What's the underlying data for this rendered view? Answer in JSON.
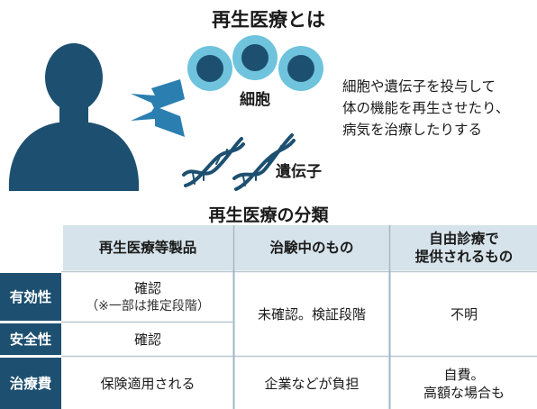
{
  "top": {
    "title": "再生医療とは",
    "label_cells": "細胞",
    "label_genes": "遺伝子",
    "description_lines": [
      "細胞や遺伝子を投与して",
      "体の機能を再生させたり、",
      "病気を治療したりする"
    ]
  },
  "table": {
    "title": "再生医療の分類",
    "columns": [
      {
        "lines": [
          "再生医療等製品"
        ]
      },
      {
        "lines": [
          "治験中のもの"
        ]
      },
      {
        "lines": [
          "自由診療で",
          "提供されるもの"
        ]
      }
    ],
    "rows": [
      {
        "header": "有効性"
      },
      {
        "header": "安全性"
      },
      {
        "header": "治療費"
      }
    ],
    "cells": {
      "effect_products": "確認",
      "effect_products_note": "（※一部は推定段階）",
      "effect_safety_trials": "未確認。検証段階",
      "effect_safety_free": "不明",
      "safety_products": "確認",
      "cost_products": "保険適用される",
      "cost_trials": "企業などが負担",
      "cost_free_line1": "自費。",
      "cost_free_line2": "高額な場合も"
    }
  },
  "colors": {
    "silhouette": "#1d5070",
    "arrow": "#2a7fb0",
    "cell_outer": "#6fc3dd",
    "cell_inner": "#1d5070",
    "dna": "#1d5070",
    "header_bg": "#d6e3ea",
    "row_header_bg": "#1d5070"
  }
}
